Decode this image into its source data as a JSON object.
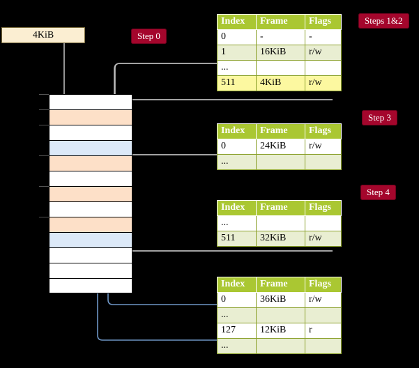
{
  "diagram": {
    "title_elements": {
      "virtual_page_label": "4KiB"
    },
    "steps": [
      {
        "id": "step0",
        "label": "Step 0"
      },
      {
        "id": "steps12",
        "label": "Steps 1&2"
      },
      {
        "id": "step3",
        "label": "Step 3"
      },
      {
        "id": "step4",
        "label": "Step 4"
      }
    ],
    "columns": [
      "Index",
      "Frame",
      "Flags"
    ],
    "tables": [
      {
        "name": "pml4-table",
        "rows": [
          {
            "index": "0",
            "frame": "-",
            "flags": "-",
            "shade": "odd",
            "highlight": false
          },
          {
            "index": "1",
            "frame": "16KiB",
            "flags": "r/w",
            "shade": "even",
            "highlight": false
          },
          {
            "index": "...",
            "frame": "",
            "flags": "",
            "shade": "odd",
            "highlight": false
          },
          {
            "index": "511",
            "frame": "4KiB",
            "flags": "r/w",
            "shade": "even",
            "highlight": true
          }
        ]
      },
      {
        "name": "pdp-table",
        "rows": [
          {
            "index": "0",
            "frame": "24KiB",
            "flags": "r/w",
            "shade": "odd",
            "highlight": false
          },
          {
            "index": "...",
            "frame": "",
            "flags": "",
            "shade": "even",
            "highlight": false
          }
        ]
      },
      {
        "name": "pd-table",
        "rows": [
          {
            "index": "...",
            "frame": "",
            "flags": "",
            "shade": "odd",
            "highlight": false
          },
          {
            "index": "511",
            "frame": "32KiB",
            "flags": "r/w",
            "shade": "even",
            "highlight": false
          }
        ]
      },
      {
        "name": "pt-table",
        "rows": [
          {
            "index": "0",
            "frame": "36KiB",
            "flags": "r/w",
            "shade": "odd",
            "highlight": false
          },
          {
            "index": "...",
            "frame": "",
            "flags": "",
            "shade": "even",
            "highlight": false
          },
          {
            "index": "127",
            "frame": "12KiB",
            "flags": "r",
            "shade": "odd",
            "highlight": false
          },
          {
            "index": "...",
            "frame": "",
            "flags": "",
            "shade": "even",
            "highlight": false
          }
        ]
      }
    ],
    "memory_column": {
      "name": "physical-memory-frames",
      "rows": [
        {
          "fill": "white"
        },
        {
          "fill": "orange"
        },
        {
          "fill": "white"
        },
        {
          "fill": "blue"
        },
        {
          "fill": "orange"
        },
        {
          "fill": "white"
        },
        {
          "fill": "orange"
        },
        {
          "fill": "white"
        },
        {
          "fill": "orange"
        },
        {
          "fill": "blue"
        },
        {
          "fill": "white"
        },
        {
          "fill": "white"
        },
        {
          "fill": "white"
        }
      ]
    },
    "colors": {
      "background": "#000000",
      "table_header": "#aac732",
      "table_row_alt": "#e9eed2",
      "table_highlight": "#fcf8a0",
      "pill": "#a4062c",
      "virtual_page": "#fbeed2",
      "frame_orange": "#fde0c8",
      "frame_blue": "#dce9f8",
      "wire_grey": "#b9b9b9",
      "wire_blue": "#6e95c4"
    }
  }
}
